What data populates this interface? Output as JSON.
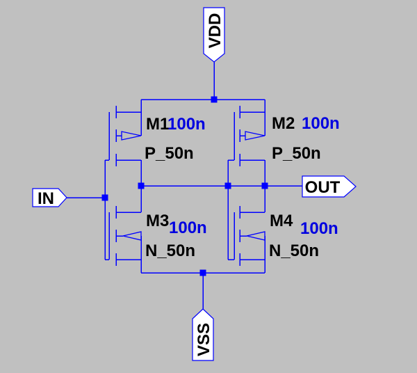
{
  "schematic": {
    "background_color": "#C0C0C0",
    "wire_color": "#0000FF",
    "label_text_color": "#000000",
    "value_text_color": "#0000E0",
    "flag_fill_color": "#FFFFFF",
    "ports": {
      "supply_top": "VDD",
      "supply_bottom": "VSS",
      "input": "IN",
      "output": "OUT"
    },
    "components": [
      {
        "designator": "M1",
        "value": "100n",
        "model": "P_50n",
        "type": "pmos"
      },
      {
        "designator": "M2",
        "value": "100n",
        "model": "P_50n",
        "type": "pmos"
      },
      {
        "designator": "M3",
        "value": "100n",
        "model": "N_50n",
        "type": "nmos"
      },
      {
        "designator": "M4",
        "value": "100n",
        "model": "N_50n",
        "type": "nmos"
      }
    ]
  }
}
